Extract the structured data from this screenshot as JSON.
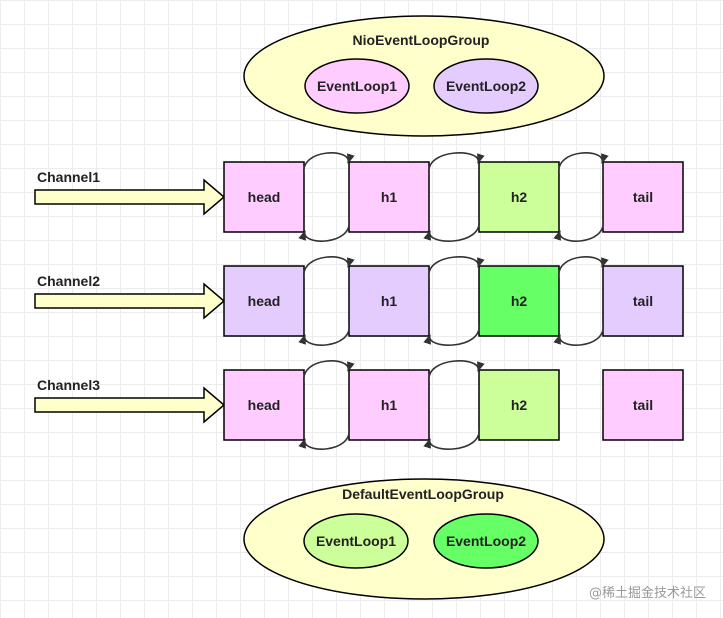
{
  "groups": {
    "nio": {
      "title": "NioEventLoopGroup",
      "fill": "#ffffcc",
      "loops": [
        {
          "label": "EventLoop1",
          "fill": "#ffccff"
        },
        {
          "label": "EventLoop2",
          "fill": "#e5ccff"
        }
      ]
    },
    "default": {
      "title": "DefaultEventLoopGroup",
      "fill": "#ffffcc",
      "loops": [
        {
          "label": "EventLoop1",
          "fill": "#ccff99"
        },
        {
          "label": "EventLoop2",
          "fill": "#66ff66"
        }
      ]
    }
  },
  "channels": [
    {
      "label": "Channel1",
      "handlers": [
        {
          "label": "head",
          "fill": "#ffccff"
        },
        {
          "label": "h1",
          "fill": "#ffccff"
        },
        {
          "label": "h2",
          "fill": "#ccff99"
        },
        {
          "label": "tail",
          "fill": "#ffccff"
        }
      ],
      "links": [
        "both",
        "both",
        "both"
      ]
    },
    {
      "label": "Channel2",
      "handlers": [
        {
          "label": "head",
          "fill": "#e5ccff"
        },
        {
          "label": "h1",
          "fill": "#e5ccff"
        },
        {
          "label": "h2",
          "fill": "#66ff66"
        },
        {
          "label": "tail",
          "fill": "#e5ccff"
        }
      ],
      "links": [
        "both",
        "both",
        "both"
      ]
    },
    {
      "label": "Channel3",
      "handlers": [
        {
          "label": "head",
          "fill": "#ffccff"
        },
        {
          "label": "h1",
          "fill": "#ffccff"
        },
        {
          "label": "h2",
          "fill": "#ccff99"
        },
        {
          "label": "tail",
          "fill": "#ffccff"
        }
      ],
      "links": [
        "both",
        "both",
        "none"
      ]
    }
  ],
  "colors": {
    "arrow_fill": "#ffffcc",
    "stroke": "#000000"
  },
  "watermark": "@稀土掘金技术社区"
}
